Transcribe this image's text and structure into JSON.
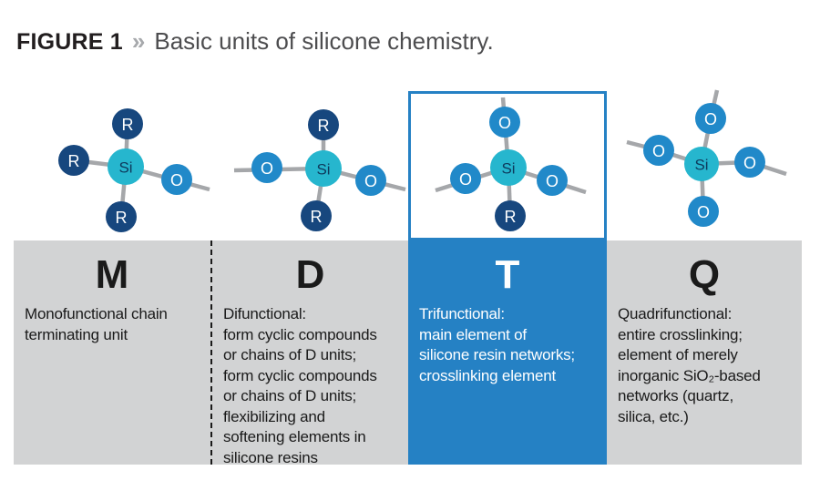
{
  "title": {
    "figure_label": "FIGURE 1",
    "separator": "»",
    "text": "Basic units of silicone chemistry."
  },
  "colors": {
    "si_fill": "#26b6ce",
    "r_fill": "#17477e",
    "o_fill": "#2189c9",
    "bond_gray": "#a5a7aa",
    "highlight_blue": "#2581c4",
    "panel_gray": "#d2d3d4",
    "title_dark": "#221e1f",
    "subtitle_gray": "#4d4d4f"
  },
  "molecules": {
    "M": {
      "si": "Si",
      "a0": "R",
      "a1": "R",
      "a2": "R",
      "a3": "O"
    },
    "D": {
      "si": "Si",
      "a0": "R",
      "a1": "R",
      "a2": "O",
      "a3": "O"
    },
    "T": {
      "si": "Si",
      "a0": "O",
      "a1": "O",
      "a2": "O",
      "a3": "R"
    },
    "Q": {
      "si": "Si",
      "a0": "O",
      "a1": "O",
      "a2": "O",
      "a3": "O"
    }
  },
  "panels": {
    "m": {
      "letter": "M",
      "description": "Monofunctional chain\nterminating unit"
    },
    "d": {
      "letter": "D",
      "description": "Difunctional:\nform cyclic compounds\nor chains of D units;\nform cyclic compounds\nor chains of D units;\nflexibilizing and\nsoftening elements in\nsilicone resins"
    },
    "t": {
      "letter": "T",
      "description": "Trifunctional:\nmain element of\nsilicone resin networks;\ncrosslinking element"
    },
    "q": {
      "letter": "Q",
      "description": "Quadrifunctional:\nentire crosslinking;\nelement of merely\ninorganic SiO₂-based\nnetworks (quartz,\nsilica, etc.)"
    }
  }
}
